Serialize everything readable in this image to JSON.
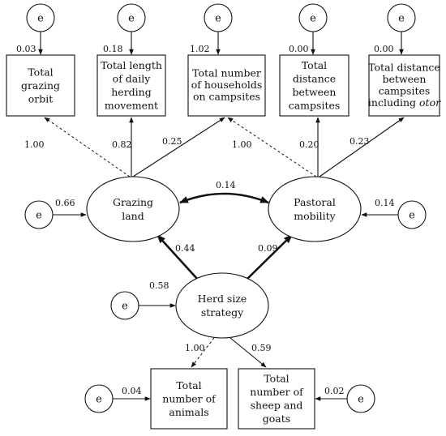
{
  "colors": {
    "stroke": "#111111",
    "background": "#ffffff"
  },
  "error_label": "e",
  "observed": [
    {
      "id": "grazing-orbit",
      "lines": [
        "Total",
        "grazing",
        "orbit"
      ],
      "error": "0.03"
    },
    {
      "id": "herding-movement",
      "lines": [
        "Total length",
        "of daily",
        "herding",
        "movement"
      ],
      "error": "0.18"
    },
    {
      "id": "households-campsites",
      "lines": [
        "Total number",
        "of households",
        "on campsites"
      ],
      "error": "1.02"
    },
    {
      "id": "distance-campsites",
      "lines": [
        "Total",
        "distance",
        "between",
        "campsites"
      ],
      "error": "0.00"
    },
    {
      "id": "distance-otor",
      "lines": [
        "Total distance",
        "between",
        "campsites",
        "including otor"
      ],
      "error": "0.00"
    },
    {
      "id": "total-animals",
      "lines": [
        "Total",
        "number of",
        "animals"
      ],
      "error": "0.04"
    },
    {
      "id": "sheep-goats",
      "lines": [
        "Total",
        "number of",
        "sheep and",
        "goats"
      ],
      "error": "0.02"
    }
  ],
  "latent": [
    {
      "id": "grazing-land",
      "lines": [
        "Grazing",
        "land"
      ],
      "error": "0.66"
    },
    {
      "id": "pastoral-mobility",
      "lines": [
        "Pastoral",
        "mobility"
      ],
      "error": "0.14"
    },
    {
      "id": "herd-size-strategy",
      "lines": [
        "Herd size",
        "strategy"
      ],
      "error": "0.58"
    }
  ],
  "paths": [
    {
      "id": "grazing-to-orbit",
      "coef": "1.00",
      "style": "dashed"
    },
    {
      "id": "grazing-to-herding",
      "coef": "0.82",
      "style": "solid"
    },
    {
      "id": "grazing-to-households",
      "coef": "0.25",
      "style": "solid"
    },
    {
      "id": "mobility-to-households",
      "coef": "1.00",
      "style": "dashed"
    },
    {
      "id": "mobility-to-distance",
      "coef": "0.20",
      "style": "solid"
    },
    {
      "id": "mobility-to-otor",
      "coef": "0.23",
      "style": "solid"
    },
    {
      "id": "grazing-mobility-covariance",
      "coef": "0.14",
      "style": "bold"
    },
    {
      "id": "herd-to-grazing",
      "coef": "0.44",
      "style": "bold"
    },
    {
      "id": "herd-to-mobility",
      "coef": "0.09",
      "style": "bold"
    },
    {
      "id": "herd-to-animals",
      "coef": "1.00",
      "style": "dashed"
    },
    {
      "id": "herd-to-sheep",
      "coef": "0.59",
      "style": "solid"
    }
  ]
}
